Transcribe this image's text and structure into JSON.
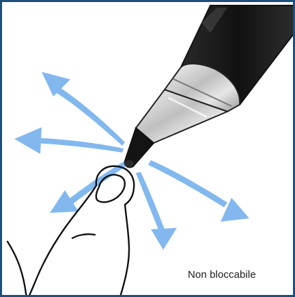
{
  "caption": "Non bloccabile",
  "colors": {
    "frame_border": "#1f4f7a",
    "arrow_blue": "#7fb6ec",
    "pen_body": "#1b1b1b",
    "pen_metal": "#c9c9c9",
    "outline": "#111111"
  },
  "icons": [
    "stylus-pen",
    "finger-hand",
    "direction-arrows"
  ]
}
